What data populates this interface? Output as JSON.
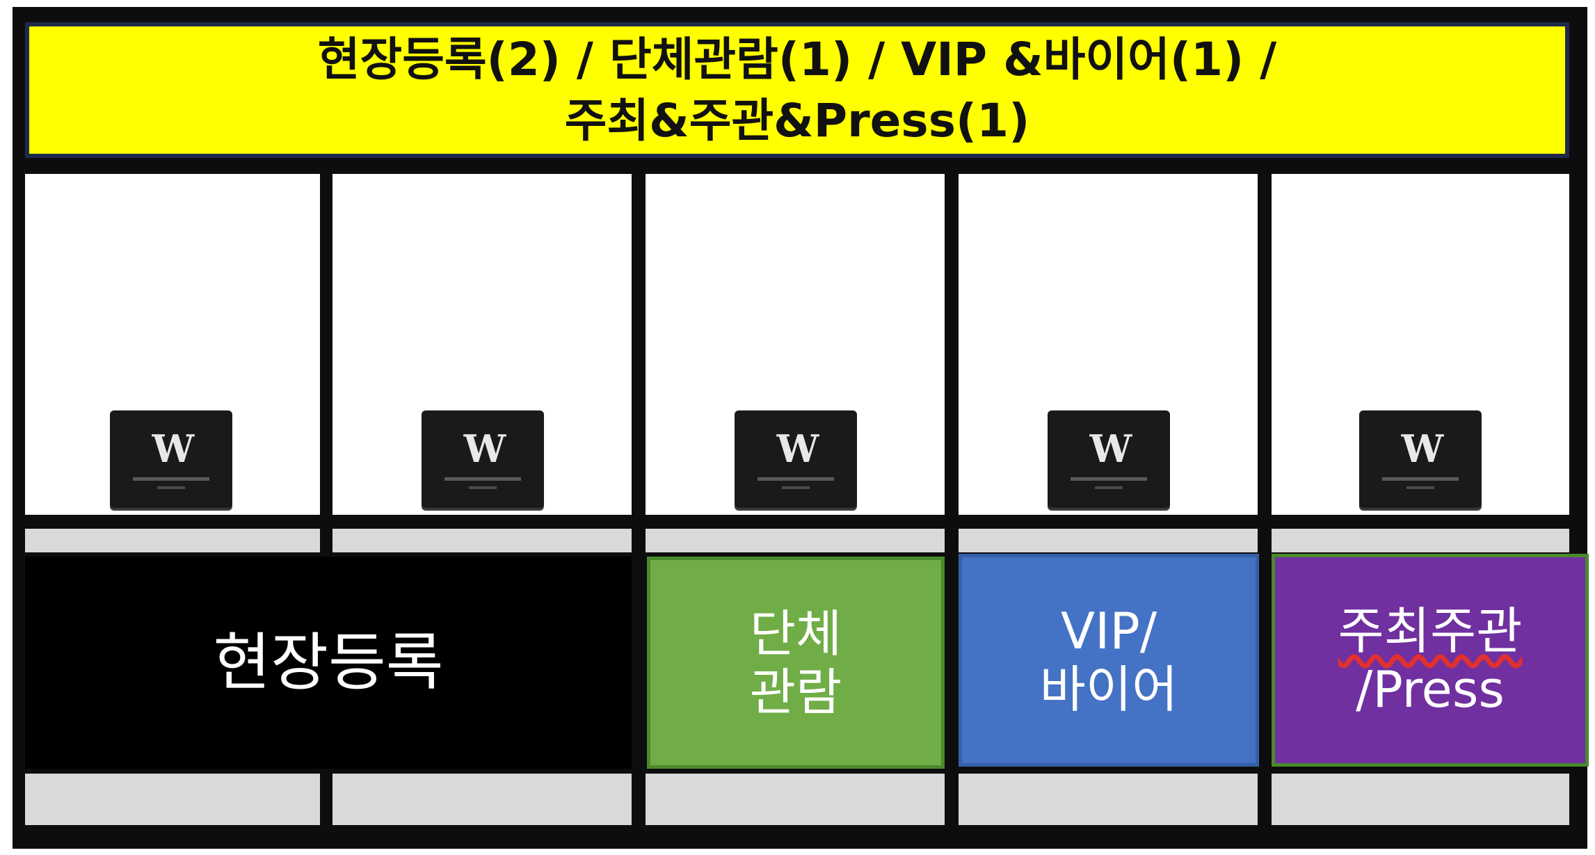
{
  "banner": {
    "text": "현장등록(2) / 단체관람(1) / VIP &바이어(1) /\n주최&주관&Press(1)",
    "background_color": "#ffff00"
  },
  "booths": [
    {
      "device_logo": "W"
    },
    {
      "device_logo": "W"
    },
    {
      "device_logo": "W"
    },
    {
      "device_logo": "W"
    },
    {
      "device_logo": "W"
    }
  ],
  "signs": {
    "onsite": {
      "label": "현장등록",
      "color": "#000000"
    },
    "group": {
      "label": "단체\n관람",
      "color": "#70ad47"
    },
    "vip": {
      "label": "VIP/\n바이어",
      "color": "#4472c4"
    },
    "host_line1": "주최주관",
    "host_line2": "/Press",
    "host_color": "#7030a0"
  }
}
